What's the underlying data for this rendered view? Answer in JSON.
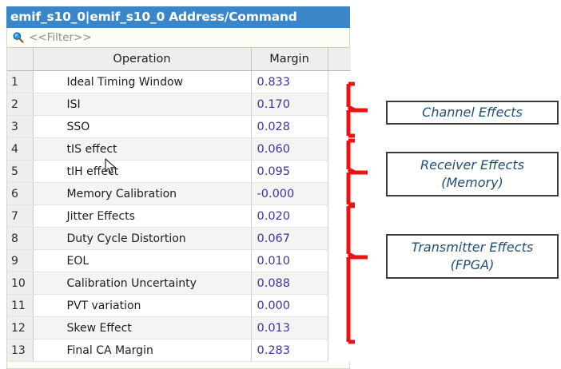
{
  "window": {
    "title": "emif_s10_0|emif_s10_0 Address/Command",
    "title_bar_color": "#3a86c8"
  },
  "filter": {
    "icon": "search-icon",
    "placeholder": "<<Filter>>"
  },
  "table": {
    "columns": [
      "",
      "Operation",
      "Margin"
    ],
    "margin_value_color": "#3b34a8",
    "rows": [
      {
        "index": "1",
        "operation": "Ideal Timing Window",
        "margin": "0.833"
      },
      {
        "index": "2",
        "operation": "ISI",
        "margin": "0.170"
      },
      {
        "index": "3",
        "operation": "SSO",
        "margin": "0.028"
      },
      {
        "index": "4",
        "operation": "tIS effect",
        "margin": "0.060"
      },
      {
        "index": "5",
        "operation": "tIH effect",
        "margin": "0.095"
      },
      {
        "index": "6",
        "operation": "Memory Calibration",
        "margin": "-0.000"
      },
      {
        "index": "7",
        "operation": "Jitter Effects",
        "margin": "0.020"
      },
      {
        "index": "8",
        "operation": "Duty Cycle Distortion",
        "margin": "0.067"
      },
      {
        "index": "9",
        "operation": "EOL",
        "margin": "0.010"
      },
      {
        "index": "10",
        "operation": "Calibration Uncertainty",
        "margin": "0.088"
      },
      {
        "index": "11",
        "operation": "PVT variation",
        "margin": "0.000"
      },
      {
        "index": "12",
        "operation": "Skew Effect",
        "margin": "0.013"
      },
      {
        "index": "13",
        "operation": "Final CA Margin",
        "margin": "0.283"
      }
    ]
  },
  "annotations": {
    "brace_color": "#ee1111",
    "text_color": "#1f4e79",
    "groups": [
      {
        "label": "Channel Effects",
        "rows": "1-3"
      },
      {
        "label": "Receiver Effects\n(Memory)",
        "rows": "4-6"
      },
      {
        "label": "Transmitter Effects\n(FPGA)",
        "rows": "7-12"
      }
    ],
    "group_1_line_1": "Channel Effects",
    "group_2_line_1": "Receiver Effects",
    "group_2_line_2": "(Memory)",
    "group_3_line_1": "Transmitter Effects",
    "group_3_line_2": "(FPGA)"
  }
}
